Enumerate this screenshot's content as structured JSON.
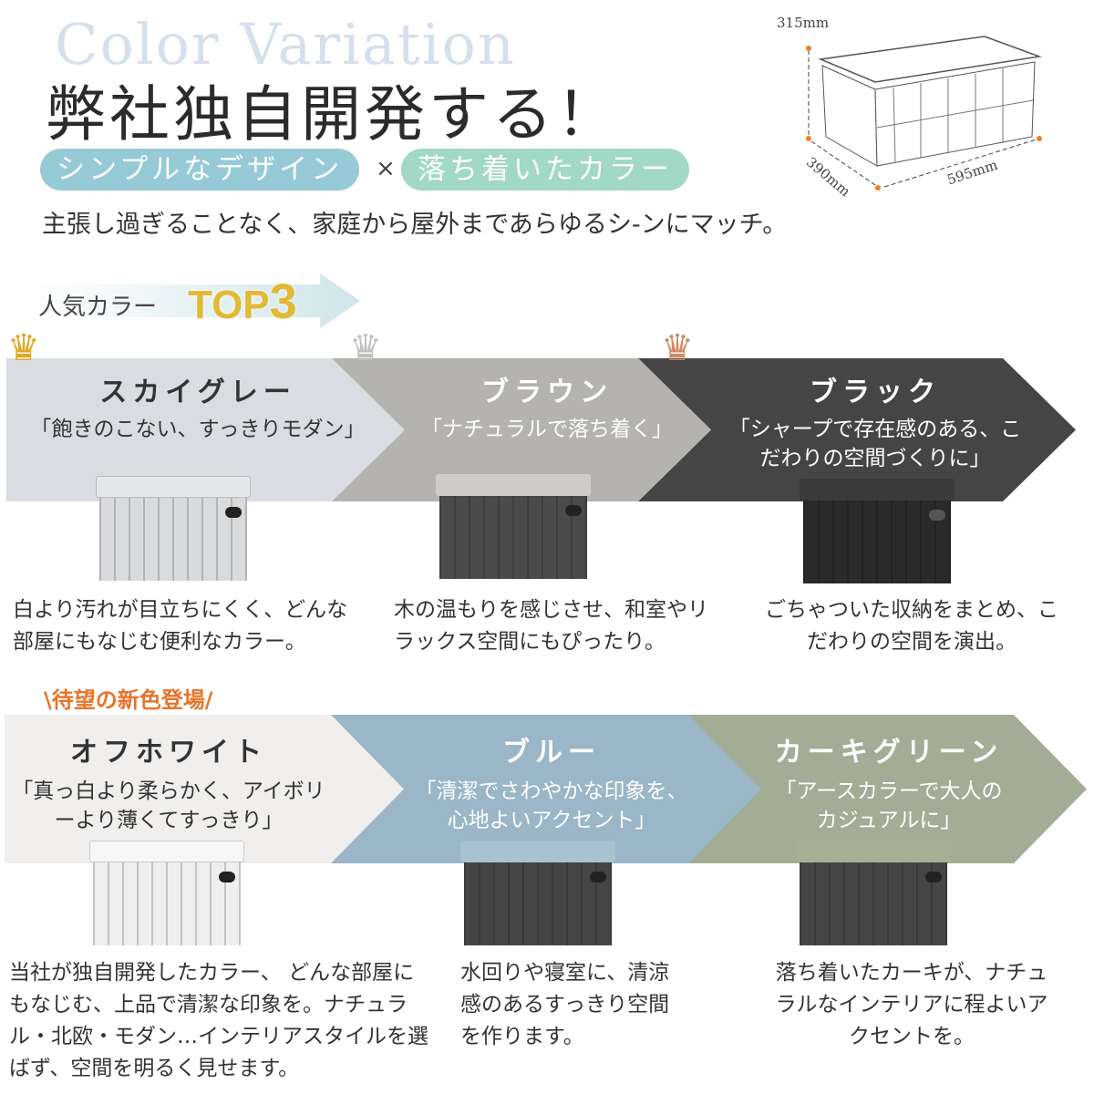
{
  "header": {
    "subtitle_en": "Color Variation",
    "title": "弊社独自開発する！",
    "pill1": "シンプルなデザイン",
    "times": "×",
    "pill2": "落ち着いたカラー",
    "tagline": "主張し過ぎることなく、家庭から屋外まであらゆるシ-ンにマッチ。"
  },
  "dimensions": {
    "height": "315mm",
    "depth": "390mm",
    "width": "595mm"
  },
  "ranking": {
    "label": "人気カラー",
    "top": "TOP",
    "num": "3"
  },
  "new_badge": "\\待望の新色登場/",
  "colors": [
    {
      "rank": "1",
      "name": "スカイグレー",
      "quote": "「飽きのこない、すっきりモダン」",
      "desc": "白より汚れが目立ちにくく、どんな部屋にもなじむ便利なカラー。",
      "band": "#d9dde2",
      "box": "#d8dadc",
      "lid": "#e6e7e8"
    },
    {
      "rank": "2",
      "name": "ブラウン",
      "quote": "「ナチュラルで落ち着く」",
      "desc": "木の温もりを感じさせ、和室やリラックス空間にもぴったり。",
      "band": "#b4b3af",
      "box": "#4a4a4a",
      "lid": "#cfcdc8"
    },
    {
      "rank": "3",
      "name": "ブラック",
      "quote": "「シャープで存在感のある、こだわりの空間づくりに」",
      "desc": "ごちゃついた収納をまとめ、こだわりの空間を演出。",
      "band": "#454545",
      "box": "#2a2a2a",
      "lid": "#3a3a3a"
    },
    {
      "name": "オフホワイト",
      "quote": "「真っ白より柔らかく、アイボリーより薄くてすっきり」",
      "desc": "当社が独自開発したカラー、 どんな部屋にもなじむ、上品で清潔な印象を。ナチュラル・北欧・モダン…インテリアスタイルを選ばず、空間を明るく見せます。",
      "band": "#f0efed",
      "box": "#efefef",
      "lid": "#f7f7f7"
    },
    {
      "name": "ブルー",
      "quote": "「清潔でさわやかな印象を、心地よいアクセント」",
      "desc": "水回りや寝室に、清涼感のあるすっきり空間を作ります。",
      "band": "#9bb6c6",
      "box": "#454545",
      "lid": "#a9c2d0"
    },
    {
      "name": "カーキグリーン",
      "quote": "「アースカラーで大人のカジュアルに」",
      "desc": "落ち着いたカーキが、ナチュラルなインテリアに程よいアクセントを。",
      "band": "#a3ad95",
      "box": "#454545",
      "lid": "#a6ae96"
    }
  ]
}
